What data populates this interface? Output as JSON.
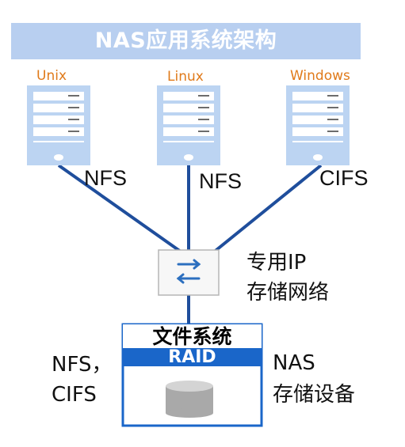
{
  "title": "NAS应用系统架构",
  "clients": [
    {
      "label": "Unix",
      "icon": "server-icon"
    },
    {
      "label": "Linux",
      "icon": "server-icon"
    },
    {
      "label": "Windows",
      "icon": "server-icon"
    }
  ],
  "protocols": {
    "unix": "NFS",
    "linux": "NFS",
    "windows": "CIFS"
  },
  "network": {
    "line1": "专用IP",
    "line2": "存储网络",
    "icon": "switch-arrows-icon"
  },
  "storage": {
    "fs_label": "文件系统",
    "raid_label": "RAID",
    "left_line1": "NFS，",
    "left_line2": "CIFS",
    "right_line1": "NAS",
    "right_line2": "存储设备",
    "icon": "disk-cylinder-icon"
  },
  "colors": {
    "banner": "#b8cff0",
    "link": "#1f4e9c",
    "accent": "#1a66c9",
    "os_label": "#e07a1a",
    "server_fill": "#bcd4f2"
  }
}
